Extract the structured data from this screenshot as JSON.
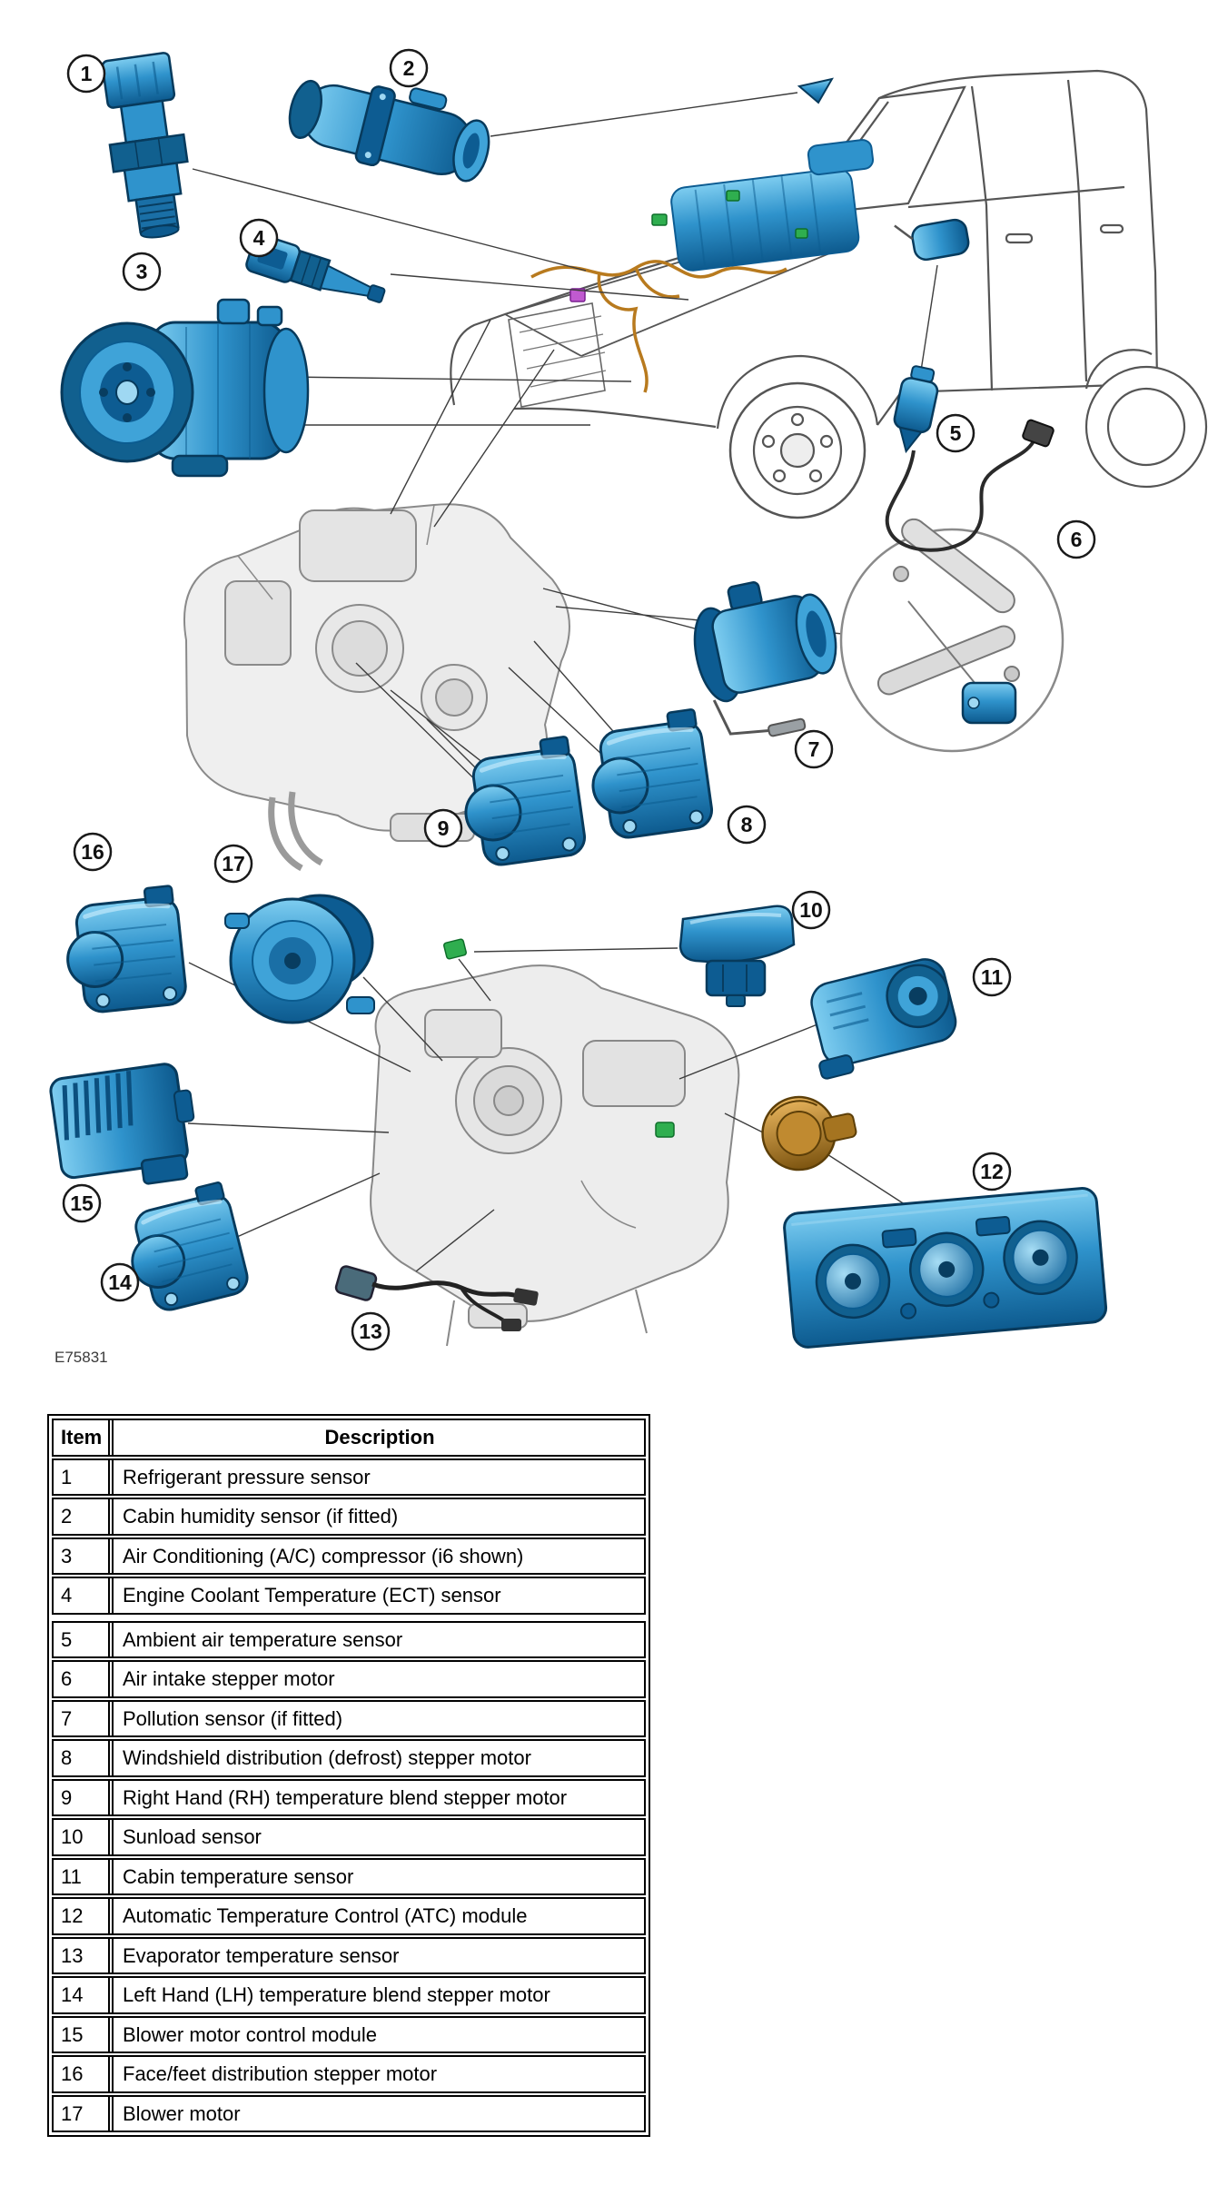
{
  "figure": {
    "code": "E75831",
    "callouts": [
      "1",
      "2",
      "3",
      "4",
      "5",
      "6",
      "7",
      "8",
      "9",
      "10",
      "11",
      "12",
      "13",
      "14",
      "15",
      "16",
      "17"
    ]
  },
  "table": {
    "headers": {
      "item": "Item",
      "description": "Description"
    },
    "rows": [
      {
        "item": "1",
        "desc": "Refrigerant pressure sensor"
      },
      {
        "item": "2",
        "desc": "Cabin humidity sensor (if fitted)"
      },
      {
        "item": "3",
        "desc": "Air Conditioning (A/C) compressor (i6 shown)"
      },
      {
        "item": "4",
        "desc": "Engine Coolant Temperature (ECT) sensor"
      },
      {
        "item": "5",
        "desc": "Ambient air temperature sensor"
      },
      {
        "item": "6",
        "desc": "Air intake stepper motor"
      },
      {
        "item": "7",
        "desc": "Pollution sensor (if fitted)"
      },
      {
        "item": "8",
        "desc": "Windshield distribution (defrost) stepper motor"
      },
      {
        "item": "9",
        "desc": "Right Hand (RH) temperature blend stepper motor"
      },
      {
        "item": "10",
        "desc": "Sunload sensor"
      },
      {
        "item": "11",
        "desc": "Cabin temperature sensor"
      },
      {
        "item": "12",
        "desc": "Automatic Temperature Control (ATC) module"
      },
      {
        "item": "13",
        "desc": "Evaporator temperature sensor"
      },
      {
        "item": "14",
        "desc": "Left Hand (LH) temperature blend stepper motor"
      },
      {
        "item": "15",
        "desc": "Blower motor control module"
      },
      {
        "item": "16",
        "desc": "Face/feet distribution stepper motor"
      },
      {
        "item": "17",
        "desc": "Blower motor"
      }
    ]
  },
  "colors": {
    "component_blue": "#2f93cc",
    "component_blue_dark": "#0d5a8e",
    "component_outline": "#073a5c",
    "highlight_blue": "#7ecdf0",
    "accent_orange": "#b87a1e",
    "accent_green": "#2fae4f",
    "accent_magenta": "#c05ad0",
    "lineart_gray": "#8a8a8a",
    "table_border": "#000000"
  }
}
